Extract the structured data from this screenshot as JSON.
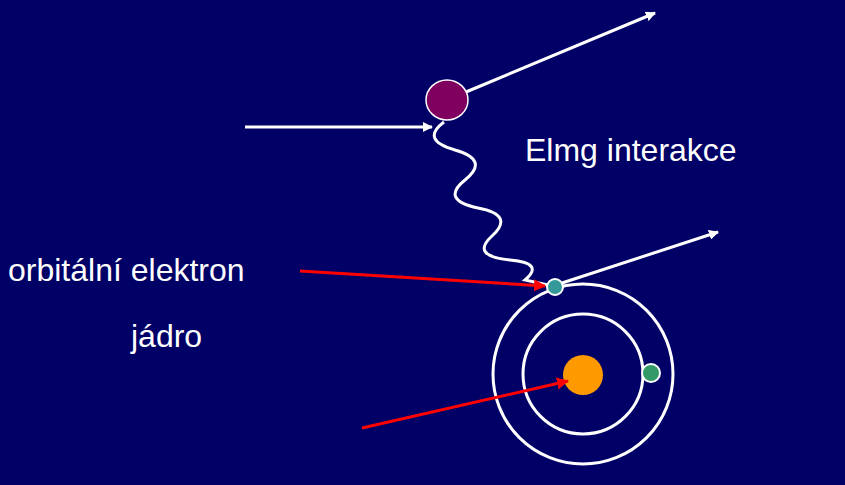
{
  "diagram": {
    "labels": [
      "Elmg interakce",
      "orbitální elektron",
      "jádro"
    ]
  }
}
